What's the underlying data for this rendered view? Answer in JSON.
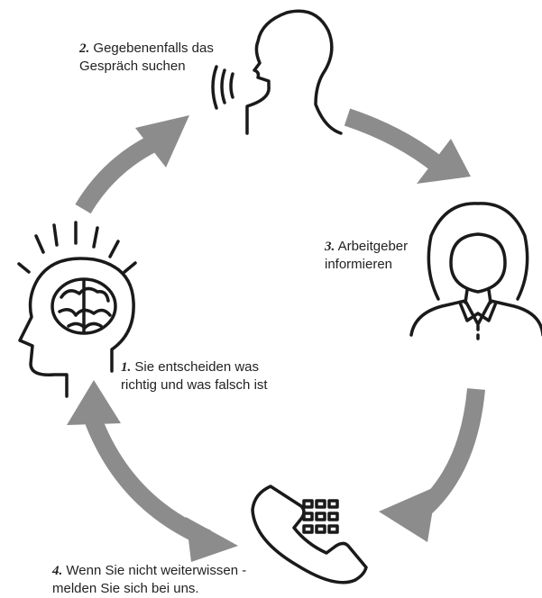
{
  "steps": [
    {
      "number": "1.",
      "lines": [
        "Sie entscheiden was",
        "richtig und was falsch ist"
      ],
      "icon": "brain-head-icon"
    },
    {
      "number": "2.",
      "lines": [
        "Gegebenenfalls das",
        "Gespräch suchen"
      ],
      "icon": "speaking-head-icon"
    },
    {
      "number": "3.",
      "lines": [
        "Arbeitgeber",
        "informieren"
      ],
      "icon": "woman-employer-icon"
    },
    {
      "number": "4.",
      "lines": [
        "Wenn Sie nicht weiterwissen -",
        "melden Sie sich bei uns."
      ],
      "icon": "telephone-icon"
    }
  ],
  "colors": {
    "arrow": "#8c8c8c",
    "icon_stroke": "#1a1a1a",
    "text": "#222222",
    "background": "#ffffff"
  },
  "arrows": [
    "arrow-1-to-2",
    "arrow-2-to-3",
    "arrow-3-to-4",
    "arrow-4-to-1"
  ]
}
